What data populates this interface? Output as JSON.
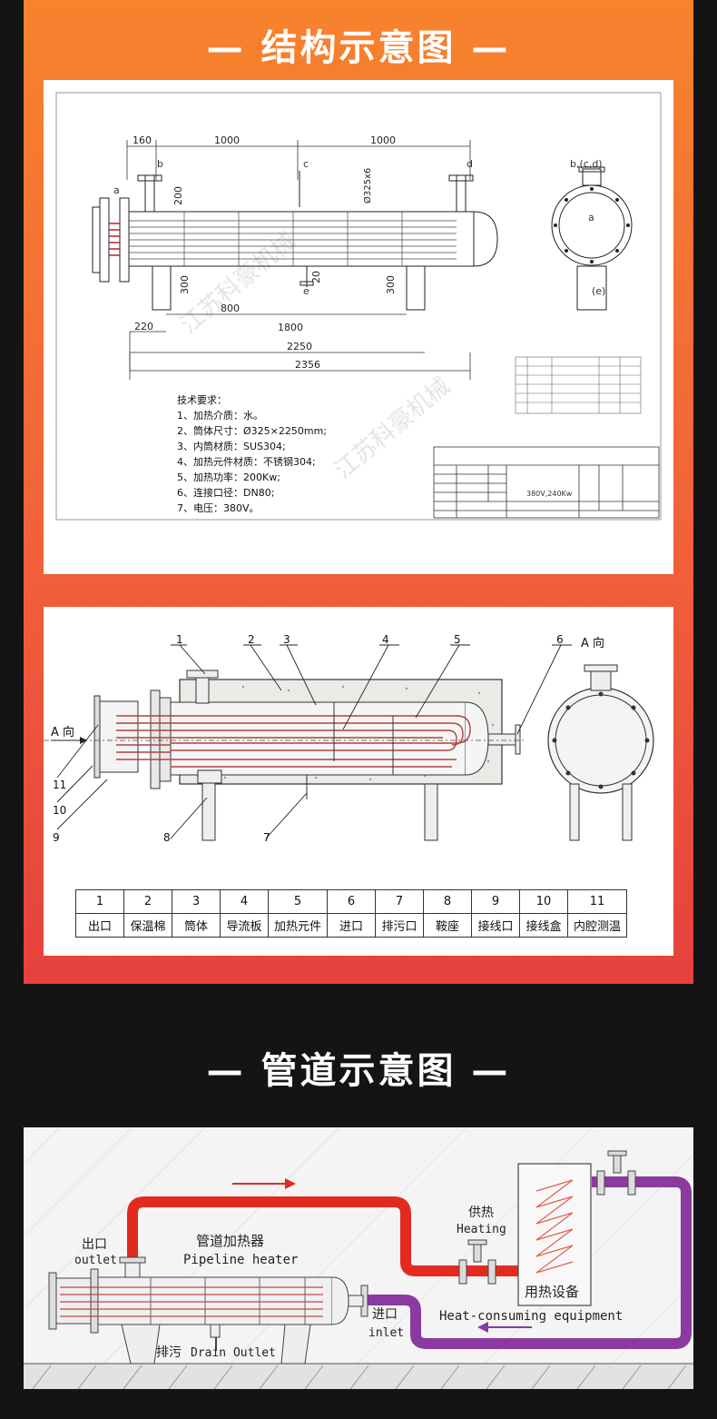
{
  "section1": {
    "title": "— 结构示意图 —"
  },
  "drawing": {
    "dims_top": [
      "160",
      "1000",
      "1000"
    ],
    "dim_200": "200",
    "dim_dia": "Ø325x6",
    "dim_300": "300",
    "dim_20": "20",
    "dims_bottom": [
      "220",
      "800",
      "1800",
      "2250",
      "2356"
    ],
    "letters": [
      "a",
      "b",
      "c",
      "d",
      "e",
      "b,(c,d)",
      "a",
      "(e)"
    ],
    "requirements_title": "技术要求：",
    "requirements": [
      "1、加热介质：水。",
      "2、筒体尺寸：Ø325×2250mm;",
      "3、内筒材质：SUS304;",
      "4、加热元件材质：不锈钢304;",
      "5、加热功率：200Kw;",
      "6、连接口径：DN80;",
      "7、电压：380V。"
    ],
    "titleblock_spec": "380V,240Kw",
    "watermark": "江苏科豪机械"
  },
  "parts": {
    "a_view": "A 向",
    "a_side": "A 向",
    "callouts": [
      "1",
      "2",
      "3",
      "4",
      "5",
      "6",
      "7",
      "8",
      "9",
      "10",
      "11"
    ],
    "numbers": [
      "1",
      "2",
      "3",
      "4",
      "5",
      "6",
      "7",
      "8",
      "9",
      "10",
      "11"
    ],
    "names": [
      "出口",
      "保温棉",
      "筒体",
      "导流板",
      "加热元件",
      "进口",
      "排污口",
      "鞍座",
      "接线口",
      "接线盒",
      "内腔测温"
    ]
  },
  "section2": {
    "title": "— 管道示意图 —"
  },
  "pipeline": {
    "outlet_cn": "出口",
    "outlet_en": "outlet",
    "heater_cn": "管道加热器",
    "heater_en": "Pipeline heater",
    "supply_cn": "供热",
    "supply_en": "Heating",
    "equipment_cn": "用热设备",
    "equipment_en": "Heat-consuming equipment",
    "inlet_cn": "进口",
    "inlet_en": "inlet",
    "drain_cn": "排污",
    "drain_en": "Drain Outlet"
  },
  "colors": {
    "hot": "#e32a1f",
    "return": "#8b3aa0",
    "panel_top": "#f7832d",
    "panel_bottom": "#e5413d"
  }
}
